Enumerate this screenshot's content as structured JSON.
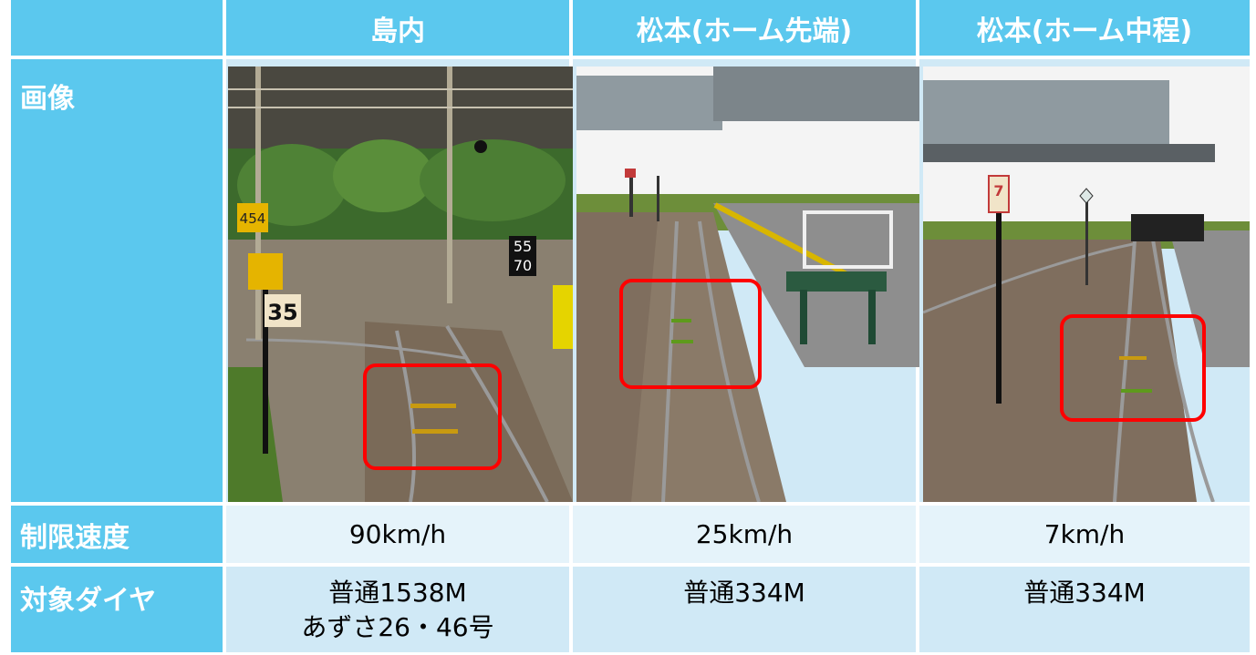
{
  "header": {
    "corner": "",
    "col1": "島内",
    "col2": "松本(ホーム先端)",
    "col3": "松本(ホーム中程)"
  },
  "rows": {
    "image_label": "画像",
    "speed_label": "制限速度",
    "dia_label": "対象ダイヤ"
  },
  "speed": [
    "90km/h",
    "25km/h",
    "7km/h"
  ],
  "dia": {
    "col1_line1": "普通1538M",
    "col1_line2": "あずさ26・46号",
    "col2": "普通334M",
    "col3": "普通334M"
  },
  "signs": {
    "km_post": "454",
    "speed_limit": "35",
    "plate_upper": "55",
    "plate_lower": "70",
    "car_stop": "7"
  },
  "colors": {
    "header_bg": "#5bc8ee",
    "row_light": "#e5f3fa",
    "row_mid": "#d0e9f6",
    "highlight": "#ff0000"
  }
}
